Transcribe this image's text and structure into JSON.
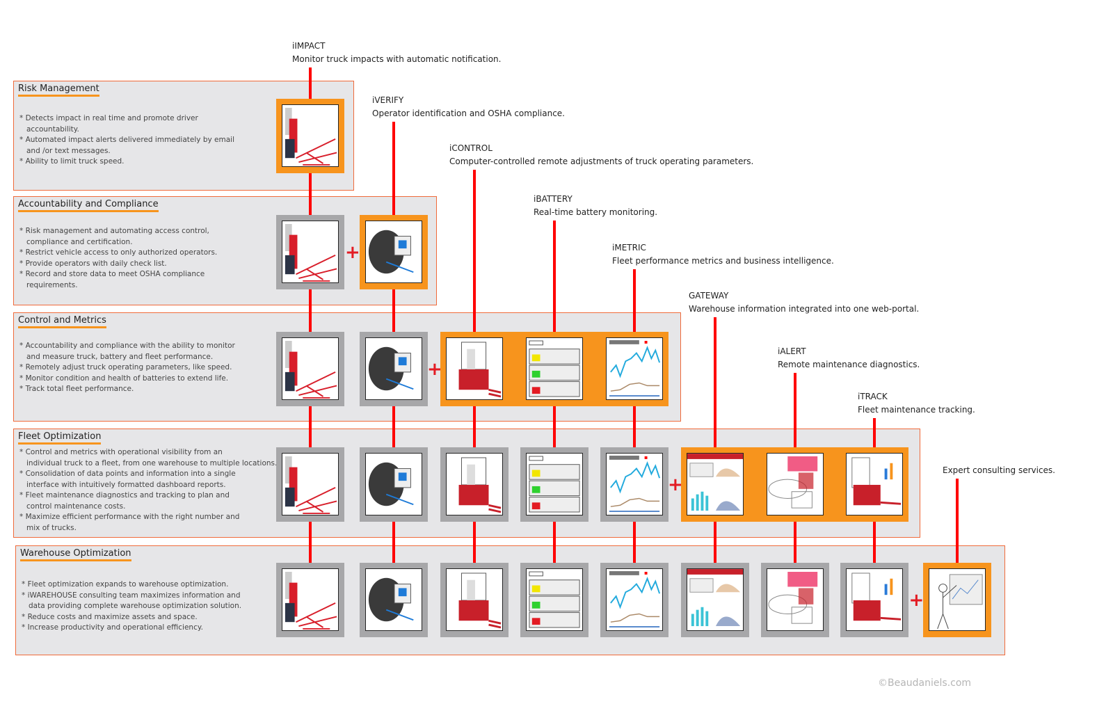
{
  "colors": {
    "accent": "#f7941d",
    "line": "#ff0000",
    "panel": "#e6e6e8",
    "panel_border": "#f06a3a",
    "tile_frame": "#a7a7a9",
    "plus": "#e31b23"
  },
  "products": [
    {
      "id": "impact",
      "name": "iIMPACT",
      "description": "Monitor truck impacts with automatic notification."
    },
    {
      "id": "verify",
      "name": "iVERIFY",
      "description": "Operator identification and OSHA compliance."
    },
    {
      "id": "control",
      "name": "iCONTROL",
      "description": "Computer-controlled remote adjustments of truck operating parameters."
    },
    {
      "id": "battery",
      "name": "iBATTERY",
      "description": "Real-time battery monitoring."
    },
    {
      "id": "metric",
      "name": "iMETRIC",
      "description": "Fleet performance metrics and business intelligence."
    },
    {
      "id": "gateway",
      "name": "GATEWAY",
      "description": "Warehouse information integrated into one web-portal."
    },
    {
      "id": "alert",
      "name": "iALERT",
      "description": "Remote maintenance diagnostics."
    },
    {
      "id": "track",
      "name": "iTRACK",
      "description": "Fleet maintenance tracking."
    },
    {
      "id": "expert",
      "name": "",
      "description": "Expert consulting services."
    }
  ],
  "tiers": [
    {
      "title": "Risk Management",
      "bullets": [
        "Detects impact in real time and promote driver\naccountability.",
        "Automated impact alerts delivered immediately by email\nand /or text messages.",
        "Ability to limit truck speed."
      ],
      "existing": [],
      "added": [
        "impact"
      ]
    },
    {
      "title": "Accountability and Compliance",
      "bullets": [
        "Risk management and automating access control,\ncompliance and certification.",
        "Restrict vehicle access to only authorized operators.",
        "Provide operators with daily check list.",
        "Record and store data to meet OSHA compliance\nrequirements."
      ],
      "existing": [
        "impact"
      ],
      "added": [
        "verify"
      ]
    },
    {
      "title": "Control and Metrics",
      "bullets": [
        "Accountability and compliance with the ability to monitor\nand measure truck, battery and fleet performance.",
        "Remotely adjust truck operating parameters, like speed.",
        "Monitor condition and health of batteries to extend life.",
        "Track total fleet performance."
      ],
      "existing": [
        "impact",
        "verify"
      ],
      "added": [
        "control",
        "battery",
        "metric"
      ]
    },
    {
      "title": "Fleet Optimization",
      "bullets": [
        "Control and metrics with operational visibility from an\nindividual truck to a fleet, from one warehouse to multiple locations.",
        "Consolidation of data points and information into a single\ninterface with intuitively formatted dashboard reports.",
        "Fleet maintenance diagnostics and tracking to plan and\ncontrol maintenance costs.",
        "Maximize  efficient performance with the right number and\nmix of trucks."
      ],
      "existing": [
        "impact",
        "verify",
        "control",
        "battery",
        "metric"
      ],
      "added": [
        "gateway",
        "alert",
        "track"
      ]
    },
    {
      "title": "Warehouse Optimization",
      "bullets": [
        "Fleet optimization expands to warehouse optimization.",
        "iWAREHOUSE  consulting team maximizes information and\ndata providing complete warehouse optimization solution.",
        "Reduce costs and maximize assets and space.",
        "Increase productivity and operational efficiency."
      ],
      "existing": [
        "impact",
        "verify",
        "control",
        "battery",
        "metric",
        "gateway",
        "alert",
        "track"
      ],
      "added": [
        "expert"
      ]
    }
  ],
  "plus_symbol": "+",
  "copyright": "©Beaudaniels.com"
}
